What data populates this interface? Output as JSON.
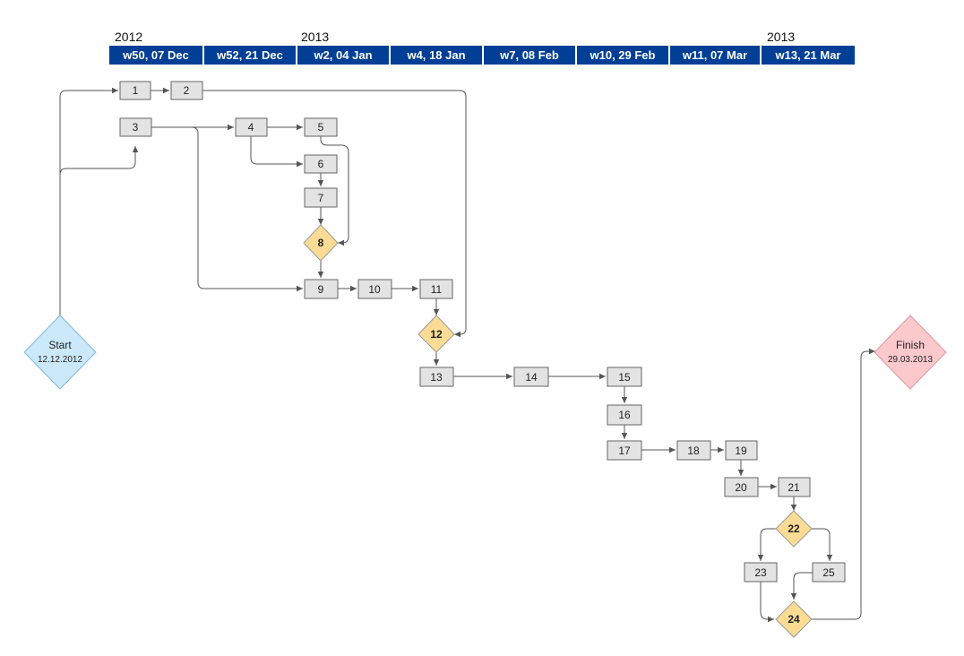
{
  "timeline": {
    "years": [
      "2012",
      "2013",
      "2013"
    ],
    "weeks": [
      "w50, 07 Dec",
      "w52, 21 Dec",
      "w2, 04 Jan",
      "w4, 18 Jan",
      "w7, 08 Feb",
      "w10, 29 Feb",
      "w11, 07 Mar",
      "w13, 21 Mar"
    ]
  },
  "start": {
    "label": "Start",
    "date": "12.12.2012"
  },
  "finish": {
    "label": "Finish",
    "date": "29.03.2013"
  },
  "tasks": [
    "1",
    "2",
    "3",
    "4",
    "5",
    "6",
    "7",
    "9",
    "10",
    "11",
    "13",
    "14",
    "15",
    "16",
    "17",
    "18",
    "19",
    "20",
    "21",
    "23",
    "25"
  ],
  "milestones": [
    "8",
    "12",
    "22",
    "24"
  ],
  "colors": {
    "timeline_bg": "#003f95",
    "task_fill": "#e3e3e3",
    "milestone_fill": "#fcdc94",
    "start_fill": "#cce9fb",
    "finish_fill": "#fbc8cc"
  }
}
